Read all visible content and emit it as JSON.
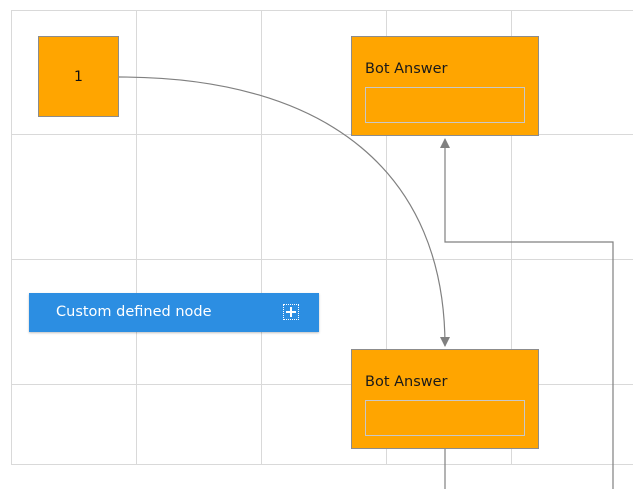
{
  "colors": {
    "node_fill": "#ffa500",
    "custom_node_fill": "#2c8ee2",
    "grid_line": "#d9d9d9",
    "connector": "#808080"
  },
  "nodes": {
    "number_node": {
      "label": "1"
    },
    "bot_answer_top": {
      "title": "Bot Answer",
      "input_value": ""
    },
    "bot_answer_bottom": {
      "title": "Bot Answer",
      "input_value": ""
    },
    "custom_node": {
      "label": "Custom defined node",
      "add_icon": "plus-icon"
    }
  }
}
